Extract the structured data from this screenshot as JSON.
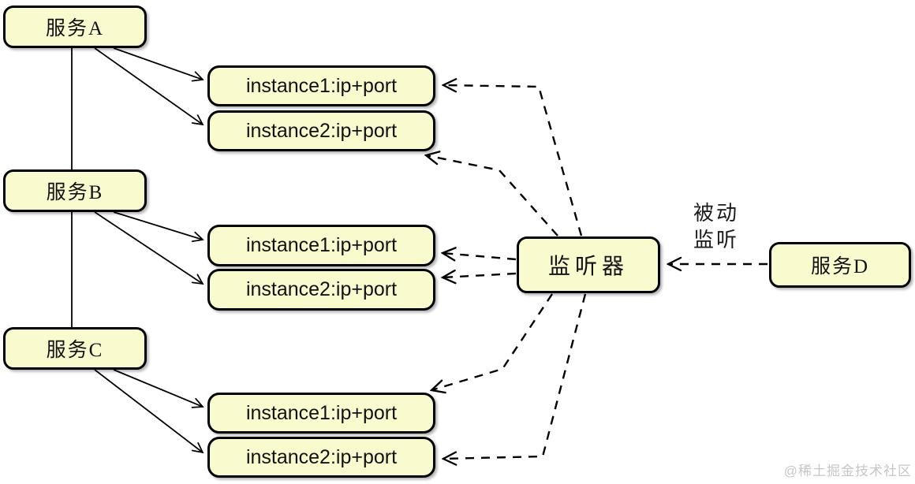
{
  "diagram": {
    "title_implicit": "service instances passive listening diagram",
    "colors": {
      "background": "#FFFFFF",
      "node_fill": "#FAFACF",
      "node_border": "#000000",
      "line": "#000000",
      "watermark_text": "#C6C6C6"
    },
    "nodes": {
      "service_a": {
        "label": "服务A"
      },
      "service_b": {
        "label": "服务B"
      },
      "service_c": {
        "label": "服务C"
      },
      "service_d": {
        "label": "服务D"
      },
      "listener": {
        "label": "监听器"
      },
      "instance_a1": {
        "label": "instance1:ip+port"
      },
      "instance_a2": {
        "label": "instance2:ip+port"
      },
      "instance_b1": {
        "label": "instance1:ip+port"
      },
      "instance_b2": {
        "label": "instance2:ip+port"
      },
      "instance_c1": {
        "label": "instance1:ip+port"
      },
      "instance_c2": {
        "label": "instance2:ip+port"
      }
    },
    "edges": [
      {
        "from": "service_a",
        "to": "service_b",
        "style": "solid-line"
      },
      {
        "from": "service_b",
        "to": "service_c",
        "style": "solid-line"
      },
      {
        "from": "service_a",
        "to": "instance_a1",
        "style": "solid-arrow"
      },
      {
        "from": "service_a",
        "to": "instance_a2",
        "style": "solid-arrow"
      },
      {
        "from": "service_b",
        "to": "instance_b1",
        "style": "solid-arrow"
      },
      {
        "from": "service_b",
        "to": "instance_b2",
        "style": "solid-arrow"
      },
      {
        "from": "service_c",
        "to": "instance_c1",
        "style": "solid-arrow"
      },
      {
        "from": "service_c",
        "to": "instance_c2",
        "style": "solid-arrow"
      },
      {
        "from": "listener",
        "to": "instance_a1",
        "style": "dashed-arrow"
      },
      {
        "from": "listener",
        "to": "instance_a2",
        "style": "dashed-arrow"
      },
      {
        "from": "listener",
        "to": "instance_b1",
        "style": "dashed-arrow"
      },
      {
        "from": "listener",
        "to": "instance_b2",
        "style": "dashed-arrow"
      },
      {
        "from": "listener",
        "to": "instance_c1",
        "style": "dashed-arrow"
      },
      {
        "from": "listener",
        "to": "instance_c2",
        "style": "dashed-arrow"
      },
      {
        "from": "service_d",
        "to": "listener",
        "style": "dashed-arrow",
        "label": "被动监听"
      }
    ],
    "edge_label": {
      "text": "被动\n监听"
    },
    "watermark": "@稀土掘金技术社区"
  }
}
